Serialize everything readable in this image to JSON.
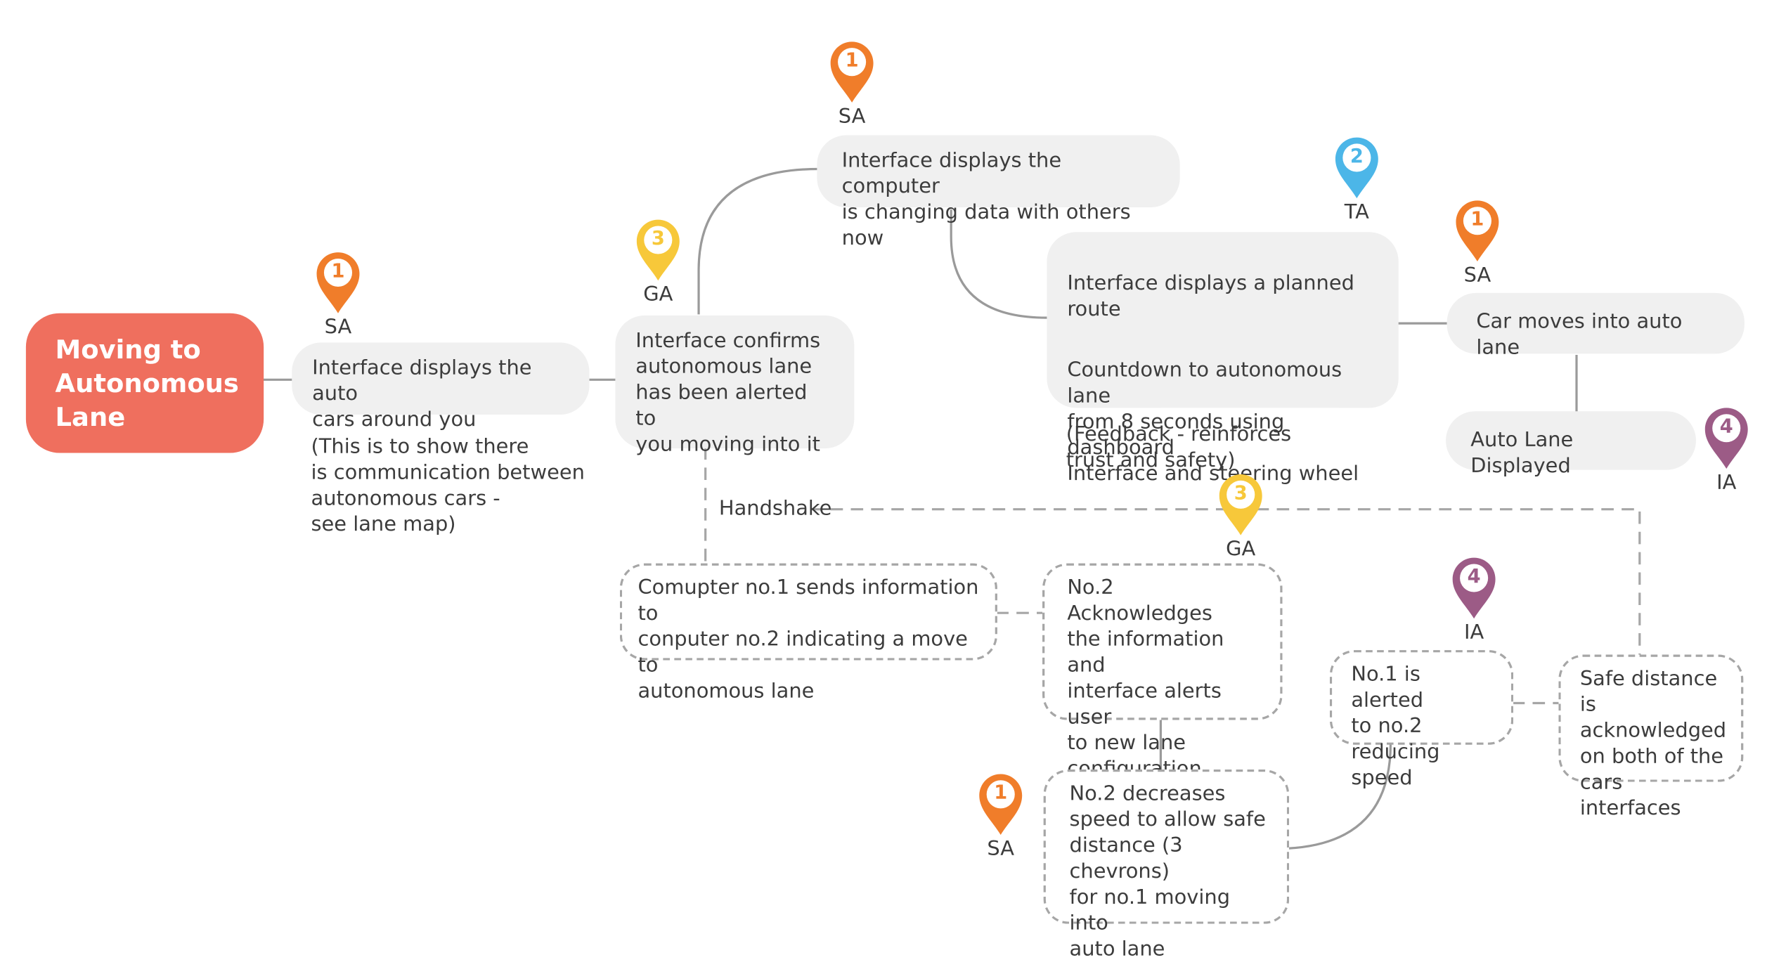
{
  "diagram": {
    "main_topic": "Moving to\nAutonomous\nLane",
    "nodes": {
      "auto_cars": "Interface displays the auto\ncars around you",
      "auto_cars_note": "(This is to show there\nis communication between\nautonomous cars -\nsee lane map)",
      "confirms": "Interface confirms\nautonomous lane\nhas been alerted to\nyou moving into it",
      "computer_data": "Interface displays the computer\nis changing data with others now",
      "planned_route": "Interface displays a planned\nroute",
      "countdown": "Countdown to autonomous lane\nfrom 8 seconds using dashboard\nInterface and steering wheel",
      "feedback_note": "(Feedback - reinforces\ntrust and safety)",
      "car_moves": "Car moves into auto lane",
      "auto_lane_displayed": "Auto Lane Displayed",
      "handshake": "Handshake",
      "computer_no1": "Comupter no.1 sends information to\nconputer no.2 indicating a move to\nautonomous lane",
      "no2_acknowledges": "No.2 Acknowledges\nthe information and\ninterface alerts user\nto new lane\nconfiguration",
      "no2_decreases": "No.2 decreases\nspeed to allow safe\ndistance (3 chevrons)\nfor no.1 moving into\nauto lane",
      "no1_alerted": "No.1 is alerted\nto no.2\nreducing speed",
      "safe_distance": "Safe distance is\nacknowledged\non both of the\ncars interfaces"
    },
    "markers": [
      {
        "id": "m1",
        "number": "1",
        "code": "SA",
        "color": "#f07d2a"
      },
      {
        "id": "m2",
        "number": "3",
        "code": "GA",
        "color": "#f7c83a"
      },
      {
        "id": "m3",
        "number": "1",
        "code": "SA",
        "color": "#f07d2a"
      },
      {
        "id": "m4",
        "number": "2",
        "code": "TA",
        "color": "#4cb6e8"
      },
      {
        "id": "m5",
        "number": "1",
        "code": "SA",
        "color": "#f07d2a"
      },
      {
        "id": "m6",
        "number": "4",
        "code": "IA",
        "color": "#9c5b86"
      },
      {
        "id": "m7",
        "number": "3",
        "code": "GA",
        "color": "#f7c83a"
      },
      {
        "id": "m8",
        "number": "4",
        "code": "IA",
        "color": "#9c5b86"
      },
      {
        "id": "m9",
        "number": "1",
        "code": "SA",
        "color": "#f07d2a"
      }
    ]
  }
}
